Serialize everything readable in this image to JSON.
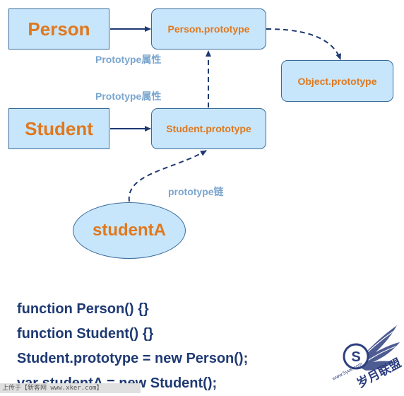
{
  "diagram": {
    "person": "Person",
    "person_prototype": "Person.prototype",
    "object_prototype": "Object.prototype",
    "student": "Student",
    "student_prototype": "Student.prototype",
    "student_a": "studentA",
    "label_prototype_attr_1": "Prototype属性",
    "label_prototype_attr_2": "Prototype属性",
    "label_prototype_chain": "prototype链"
  },
  "code": {
    "line1": "function Person() {}",
    "line2": "function Student() {}",
    "line3": "Student.prototype = new Person();",
    "line4": "var studentA = new Student();"
  },
  "watermark": {
    "upload_text": "上传于【新客网 www.xker.com】",
    "logo_text": "岁月联盟",
    "logo_sub": "www.5yue.com"
  },
  "colors": {
    "box_fill": "#c7e6fb",
    "box_border": "#3a6a9a",
    "node_text": "#e0781e",
    "label_text": "#7aa6cf",
    "code_text": "#1f3a73",
    "arrow": "#1f3a73"
  }
}
